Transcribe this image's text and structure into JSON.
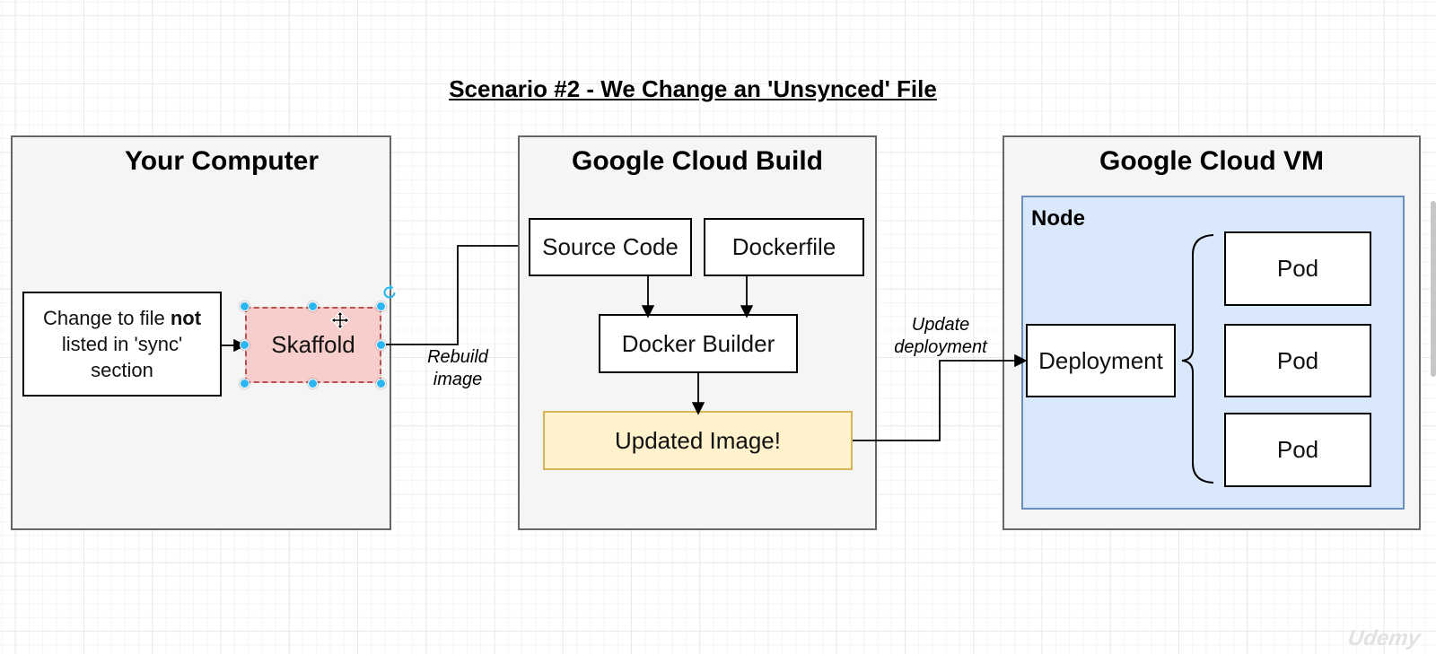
{
  "title": "Scenario #2 - We Change an 'Unsynced' File",
  "containers": {
    "your_computer": {
      "title": "Your Computer"
    },
    "cloud_build": {
      "title": "Google Cloud Build"
    },
    "cloud_vm": {
      "title": "Google Cloud VM"
    }
  },
  "nodes": {
    "change_file": {
      "line1_prefix": "Change to file ",
      "line1_bold": "not",
      "line2": "listed in 'sync'",
      "line3": "section"
    },
    "skaffold": {
      "label": "Skaffold",
      "selected": true
    },
    "source_code": {
      "label": "Source Code"
    },
    "dockerfile": {
      "label": "Dockerfile"
    },
    "docker_builder": {
      "label": "Docker Builder"
    },
    "updated_image": {
      "label": "Updated Image!"
    },
    "node_group": {
      "label": "Node"
    },
    "deployment": {
      "label": "Deployment"
    },
    "pods": [
      "Pod",
      "Pod",
      "Pod"
    ]
  },
  "edge_labels": {
    "rebuild_image": "Rebuild image",
    "update_deployment": "Update deployment"
  },
  "colors": {
    "container_fill": "#f5f5f5",
    "container_border": "#666666",
    "node_fill": "#dae8fc",
    "node_border": "#6c8ebf",
    "skaffold_fill": "#f8cecc",
    "skaffold_border": "#b85450",
    "updated_image_fill": "#fff2cc",
    "updated_image_border": "#d6b656",
    "selection_handle": "#29b6f2",
    "edge_stroke": "#000000"
  },
  "watermark": "Udemy"
}
